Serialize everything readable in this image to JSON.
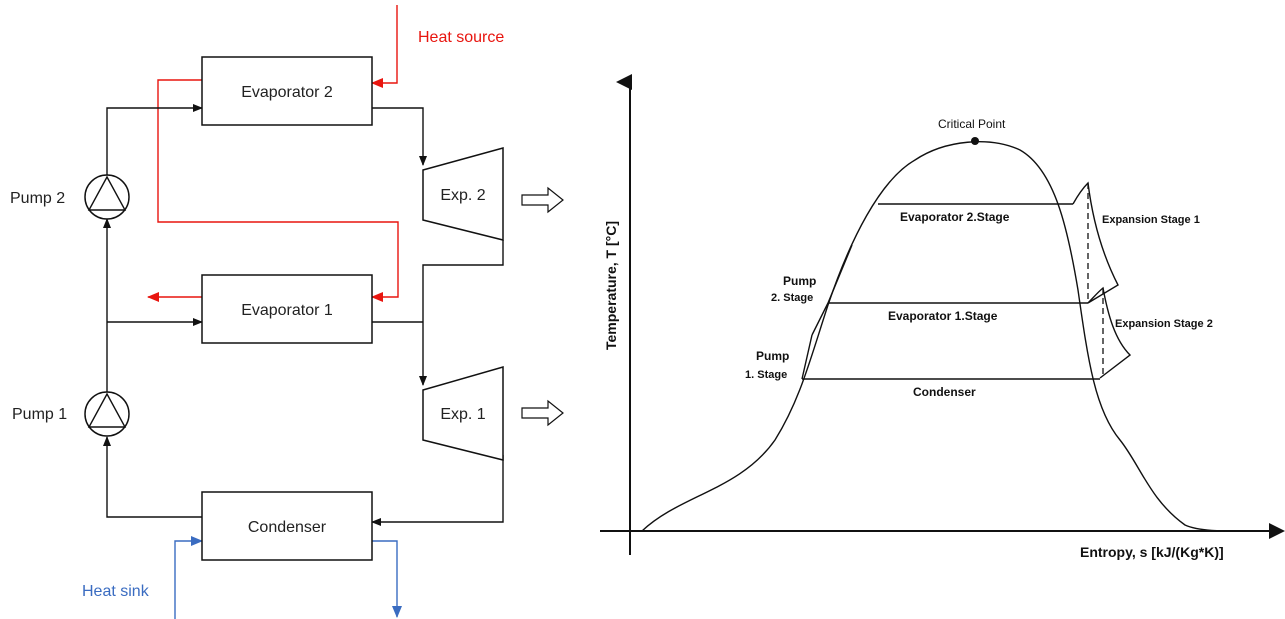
{
  "schematic": {
    "heat_source": "Heat source",
    "heat_sink": "Heat sink",
    "evaporator_2": "Evaporator 2",
    "evaporator_1": "Evaporator 1",
    "condenser": "Condenser",
    "pump_2": "Pump 2",
    "pump_1": "Pump 1",
    "expander_2": "Exp. 2",
    "expander_1": "Exp. 1"
  },
  "ts_diagram": {
    "y_axis_label": "Temperature, T [°C]",
    "x_axis_label": "Entropy, s [kJ/(Kg*K)]",
    "critical_point": "Critical Point",
    "evaporator_2_stage": "Evaporator 2.Stage",
    "evaporator_1_stage": "Evaporator 1.Stage",
    "condenser": "Condenser",
    "pump_2_stage_line1": "Pump",
    "pump_2_stage_line2": "2. Stage",
    "pump_1_stage_line1": "Pump",
    "pump_1_stage_line2": "1. Stage",
    "expansion_stage_1": "Expansion Stage 1",
    "expansion_stage_2": "Expansion Stage 2"
  },
  "colors": {
    "heat_source_line": "#e8150f",
    "heat_sink_line": "#3a6cc1",
    "process_line": "#111111"
  }
}
